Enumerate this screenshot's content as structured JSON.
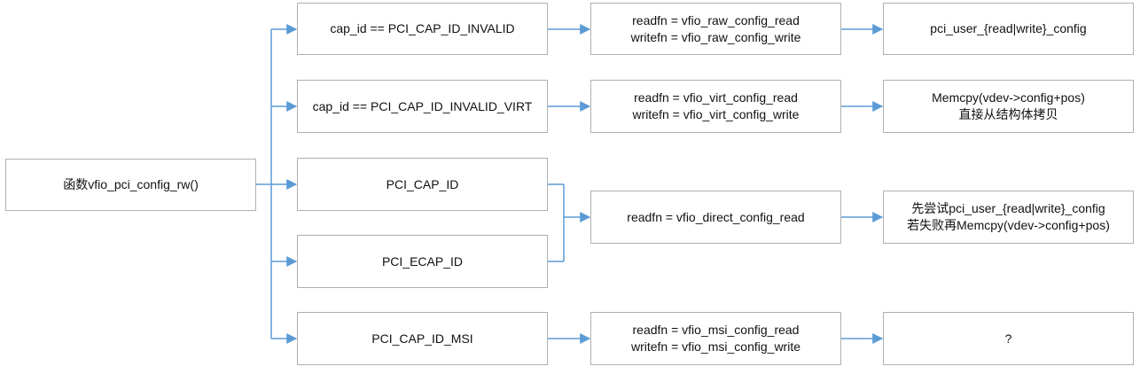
{
  "colors": {
    "connector": "#5b9bd5",
    "box_border": "#b0b0b0",
    "text": "#111111"
  },
  "nodes": {
    "root": {
      "lines": [
        "函数vfio_pci_config_rw()"
      ]
    },
    "cap_invalid": {
      "lines": [
        "cap_id == PCI_CAP_ID_INVALID"
      ]
    },
    "cap_invalid_virt": {
      "lines": [
        "cap_id == PCI_CAP_ID_INVALID_VIRT"
      ]
    },
    "pci_cap_id": {
      "lines": [
        "PCI_CAP_ID"
      ]
    },
    "pci_ecap_id": {
      "lines": [
        "PCI_ECAP_ID"
      ]
    },
    "pci_cap_id_msi": {
      "lines": [
        "PCI_CAP_ID_MSI"
      ]
    },
    "raw_fns": {
      "lines": [
        "readfn = vfio_raw_config_read",
        "writefn = vfio_raw_config_write"
      ]
    },
    "virt_fns": {
      "lines": [
        "readfn = vfio_virt_config_read",
        "writefn = vfio_virt_config_write"
      ]
    },
    "direct_fn": {
      "lines": [
        "readfn = vfio_direct_config_read"
      ]
    },
    "msi_fns": {
      "lines": [
        "readfn = vfio_msi_config_read",
        "writefn = vfio_msi_config_write"
      ]
    },
    "user_config": {
      "lines": [
        "pci_user_{read|write}_config"
      ]
    },
    "memcpy": {
      "lines": [
        "Memcpy(vdev->config+pos)",
        "直接从结构体拷贝"
      ]
    },
    "try_user_then_memcpy": {
      "lines": [
        "先尝试pci_user_{read|write}_config",
        "若失败再Memcpy(vdev->config+pos)"
      ]
    },
    "unknown": {
      "lines": [
        "?"
      ]
    }
  }
}
